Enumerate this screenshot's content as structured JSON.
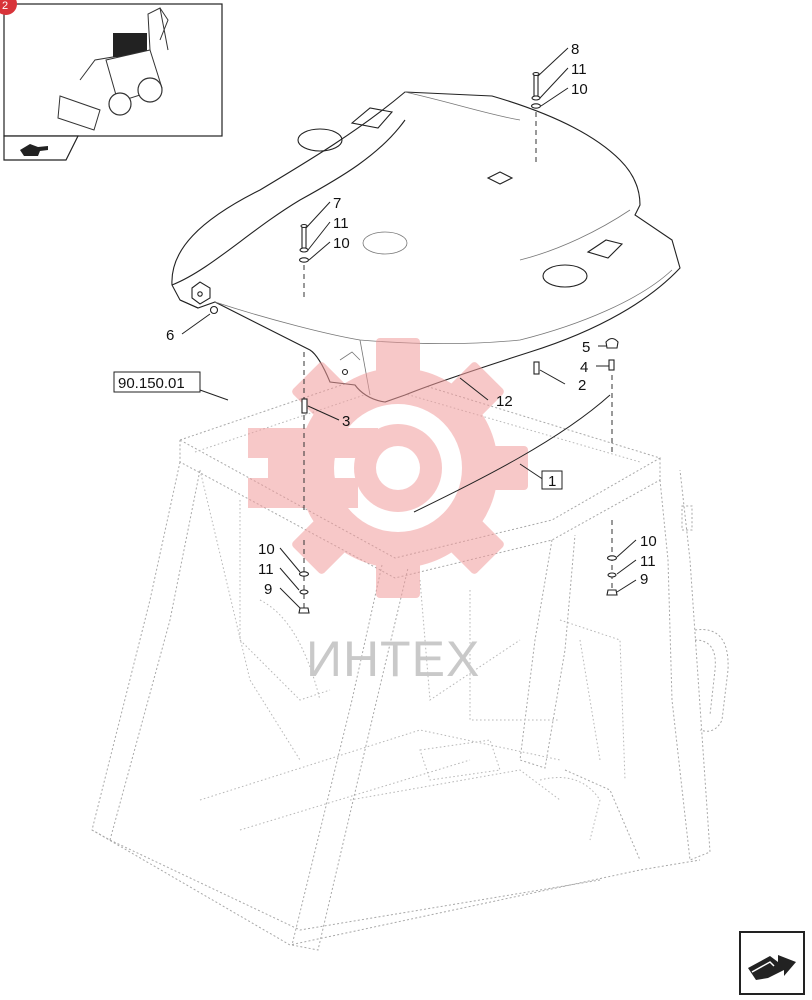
{
  "watermark": {
    "text": "ИНТЕХ",
    "color": "#f0a0a0"
  },
  "thumbnail": {
    "icon": "backhoe-loader-thumbnail-icon",
    "badge_icon": "red-badge-icon",
    "nav_icon": "pointing-hand-icon"
  },
  "reference_box": {
    "label": "90.150.01"
  },
  "callouts": [
    {
      "id": "c8a",
      "label": "8"
    },
    {
      "id": "c11a",
      "label": "11"
    },
    {
      "id": "c10a",
      "label": "10"
    },
    {
      "id": "c7",
      "label": "7"
    },
    {
      "id": "c11b",
      "label": "11"
    },
    {
      "id": "c10b",
      "label": "10"
    },
    {
      "id": "c6",
      "label": "6"
    },
    {
      "id": "c5",
      "label": "5"
    },
    {
      "id": "c4",
      "label": "4"
    },
    {
      "id": "c2",
      "label": "2"
    },
    {
      "id": "c12",
      "label": "12"
    },
    {
      "id": "c3",
      "label": "3"
    },
    {
      "id": "c1",
      "label": "1"
    },
    {
      "id": "c10c",
      "label": "10"
    },
    {
      "id": "c11c",
      "label": "11"
    },
    {
      "id": "c9a",
      "label": "9"
    },
    {
      "id": "c10d",
      "label": "10"
    },
    {
      "id": "c11d",
      "label": "11"
    },
    {
      "id": "c9b",
      "label": "9"
    }
  ],
  "next_page_icon": "next-page-arrow-icon"
}
